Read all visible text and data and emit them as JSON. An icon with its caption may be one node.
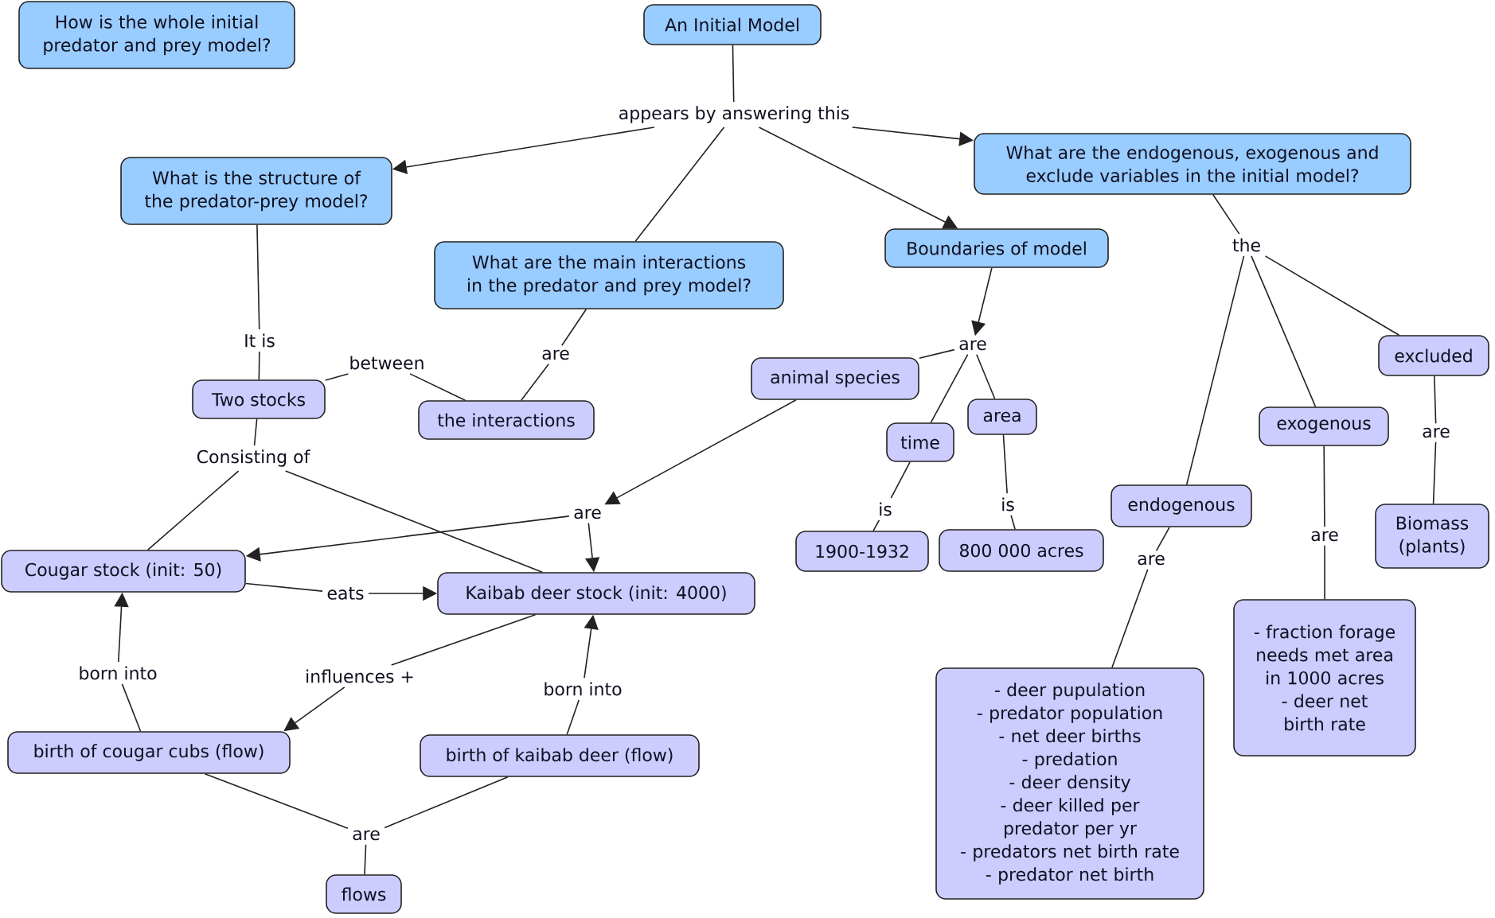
{
  "diagram": {
    "nodes": [
      {
        "text": [
          "How is the whole initial predator and prey model?"
        ]
      },
      {
        "text": [
          "An Initial Model"
        ]
      },
      {
        "text": [
          "appears by answering this"
        ]
      },
      {
        "text": [
          "What is the structure of the predator-prey model?"
        ]
      },
      {
        "text": [
          "What are the main interactions in the predator and prey model?"
        ]
      },
      {
        "text": [
          "Boundaries of model"
        ]
      },
      {
        "text": [
          "What are the endogenous, exogenous and exclude variables in the initial model?"
        ]
      },
      {
        "text": [
          "the"
        ]
      },
      {
        "text": [
          "It is"
        ]
      },
      {
        "text": [
          "between"
        ]
      },
      {
        "text": [
          "are"
        ]
      },
      {
        "text": [
          "Two stocks"
        ]
      },
      {
        "text": [
          "the interactions"
        ]
      },
      {
        "text": [
          "are"
        ]
      },
      {
        "text": [
          "animal species"
        ]
      },
      {
        "text": [
          "time"
        ]
      },
      {
        "text": [
          "area"
        ]
      },
      {
        "text": [
          "excluded"
        ]
      },
      {
        "text": [
          "exogenous"
        ]
      },
      {
        "text": [
          "endogenous"
        ]
      },
      {
        "text": [
          "are"
        ]
      },
      {
        "text": [
          "Biomass (plants)"
        ]
      },
      {
        "text": [
          "is"
        ]
      },
      {
        "text": [
          "is"
        ]
      },
      {
        "text": [
          "1900-1932"
        ]
      },
      {
        "text": [
          "800 000 acres"
        ]
      },
      {
        "text": [
          "are"
        ]
      },
      {
        "text": [
          "are"
        ]
      },
      {
        "text": [
          "Consisting of"
        ]
      },
      {
        "text": [
          "are"
        ]
      },
      {
        "text": [
          "Cougar stock (init: 50)"
        ]
      },
      {
        "text": [
          "eats"
        ]
      },
      {
        "text": [
          "Kaibab deer stock (init: 4000)"
        ]
      },
      {
        "text": [
          "- fraction forage needs met area in 1000 acres",
          "- deer net birth rate"
        ]
      },
      {
        "text": [
          "influences +"
        ]
      },
      {
        "text": [
          "born into"
        ]
      },
      {
        "text": [
          "born into"
        ]
      },
      {
        "text": [
          "- deer pupulation",
          "- predator population",
          "- net deer births",
          "- predation",
          "- deer density",
          "- deer killed per predator per yr",
          "- predators net birth rate",
          "- predator net birth"
        ]
      },
      {
        "text": [
          "birth of cougar cubs (flow)"
        ]
      },
      {
        "text": [
          "birth of kaibab deer (flow)"
        ]
      },
      {
        "text": [
          "are"
        ]
      },
      {
        "text": [
          "flows"
        ]
      }
    ],
    "edges": [
      {
        "from": 1,
        "to": 2,
        "arrow": "none"
      },
      {
        "from": 2,
        "to": 3,
        "arrow": "to"
      },
      {
        "from": 2,
        "to": 4,
        "arrow": "none"
      },
      {
        "from": 2,
        "to": 5,
        "arrow": "to"
      },
      {
        "from": 2,
        "to": 6,
        "arrow": "to"
      },
      {
        "from": 3,
        "to": 8,
        "arrow": "none"
      },
      {
        "from": 8,
        "to": 11,
        "arrow": "none"
      },
      {
        "from": 11,
        "to": 9,
        "arrow": "none"
      },
      {
        "from": 9,
        "to": 12,
        "arrow": "none"
      },
      {
        "from": 4,
        "to": 10,
        "arrow": "none"
      },
      {
        "from": 10,
        "to": 12,
        "arrow": "none"
      },
      {
        "from": 5,
        "to": 13,
        "arrow": "to"
      },
      {
        "from": 13,
        "to": 14,
        "arrow": "none"
      },
      {
        "from": 13,
        "to": 15,
        "arrow": "none"
      },
      {
        "from": 13,
        "to": 16,
        "arrow": "none"
      },
      {
        "from": 6,
        "to": 7,
        "arrow": "none"
      },
      {
        "from": 7,
        "to": 17,
        "arrow": "none"
      },
      {
        "from": 7,
        "to": 18,
        "arrow": "none"
      },
      {
        "from": 7,
        "to": 19,
        "arrow": "none"
      },
      {
        "from": 17,
        "to": 20,
        "arrow": "none"
      },
      {
        "from": 20,
        "to": 21,
        "arrow": "none"
      },
      {
        "from": 11,
        "to": 28,
        "arrow": "none"
      },
      {
        "from": 28,
        "to": 30,
        "arrow": "none"
      },
      {
        "from": 28,
        "to": 32,
        "arrow": "none"
      },
      {
        "from": 14,
        "to": 29,
        "arrow": "to"
      },
      {
        "from": 29,
        "to": 30,
        "arrow": "to"
      },
      {
        "from": 29,
        "to": 32,
        "arrow": "to"
      },
      {
        "from": 15,
        "to": 22,
        "arrow": "none"
      },
      {
        "from": 22,
        "to": 24,
        "arrow": "none"
      },
      {
        "from": 16,
        "to": 23,
        "arrow": "none"
      },
      {
        "from": 23,
        "to": 25,
        "arrow": "none"
      },
      {
        "from": 18,
        "to": 27,
        "arrow": "none"
      },
      {
        "from": 27,
        "to": 33,
        "arrow": "none"
      },
      {
        "from": 19,
        "to": 26,
        "arrow": "none"
      },
      {
        "from": 26,
        "to": 37,
        "arrow": "none"
      },
      {
        "from": 30,
        "to": 31,
        "arrow": "none"
      },
      {
        "from": 31,
        "to": 32,
        "arrow": "to"
      },
      {
        "from": 32,
        "to": 34,
        "arrow": "none"
      },
      {
        "from": 34,
        "to": 38,
        "arrow": "to"
      },
      {
        "from": 38,
        "to": 35,
        "arrow": "none"
      },
      {
        "from": 35,
        "to": 30,
        "arrow": "to"
      },
      {
        "from": 39,
        "to": 36,
        "arrow": "none"
      },
      {
        "from": 36,
        "to": 32,
        "arrow": "to"
      },
      {
        "from": 38,
        "to": 40,
        "arrow": "none"
      },
      {
        "from": 39,
        "to": 40,
        "arrow": "none"
      },
      {
        "from": 40,
        "to": 41,
        "arrow": "none"
      }
    ]
  }
}
